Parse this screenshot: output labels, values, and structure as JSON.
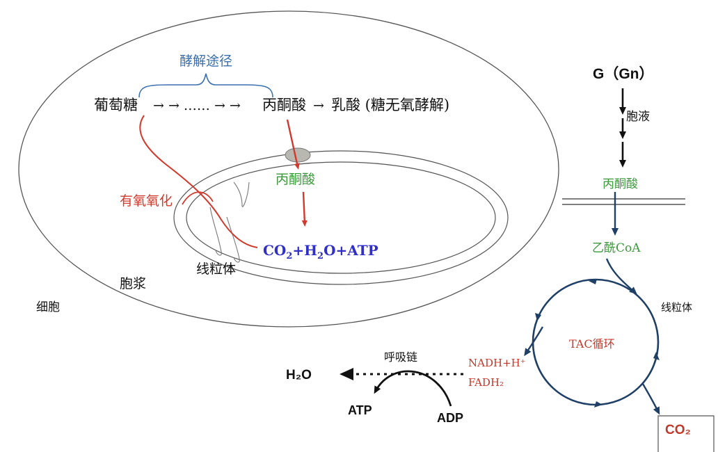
{
  "labels": {
    "glycolysis_pathway": "酵解途径",
    "glucose": "葡萄糖",
    "glycolysis_chain_mid": "→ → …… → →",
    "pyruvate": "丙酮酸",
    "to_lactate_arrow": "→",
    "lactate_note": "乳酸 (糖无氧酵解)",
    "aerobic_oxidation": "有氧氧化",
    "pyruvate_in_mito": "丙酮酸",
    "products_co": "CO",
    "products_sub2": "2",
    "products_h": "+H",
    "products_sub2b": "2",
    "products_rest": "O+ATP",
    "mitochondrion": "线粒体",
    "cytoplasm": "胞浆",
    "cell": "细胞",
    "g_gn": "G（Gn）",
    "cytosol_right": "胞液",
    "pyruvate_right": "丙酮酸",
    "acetyl_coa": "乙酰CoA",
    "mitochondrion_right": "线粒体",
    "tac_cycle": "TAC循环",
    "nadh": "NADH+H⁺",
    "fadh2": "FADH₂",
    "respiratory_chain": "呼吸链",
    "h2o": "H₂O",
    "atp": "ATP",
    "adp": "ADP",
    "co2_box": "CO₂"
  },
  "colors": {
    "outline": "#555555",
    "black": "#111111",
    "blue_label": "#3a6fb0",
    "red": "#d0392b",
    "green": "#3a9a3a",
    "purple_blue": "#3030c8",
    "navy": "#1f3f66",
    "membrane_grey": "#b8b8b0"
  }
}
